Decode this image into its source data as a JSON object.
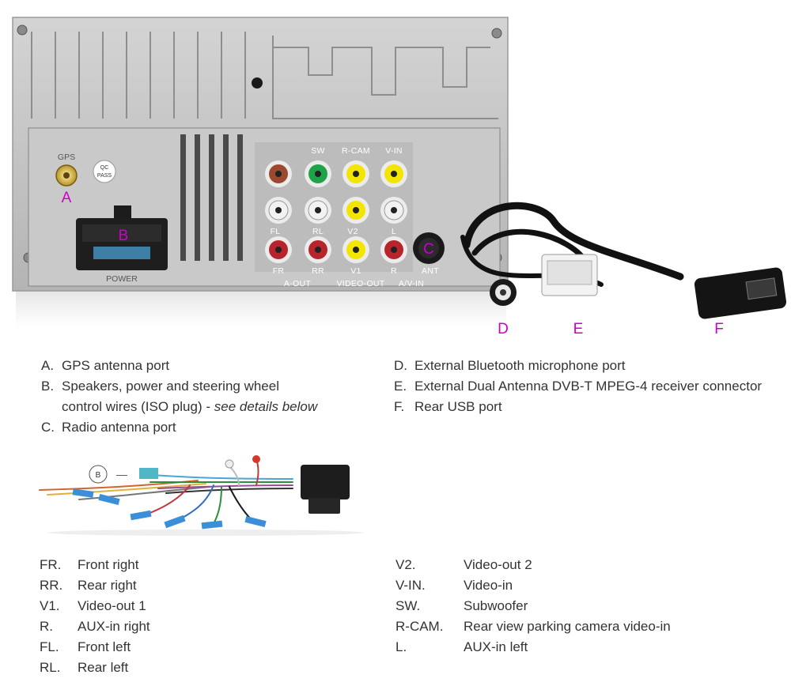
{
  "photo": {
    "markers": [
      "A",
      "B",
      "C",
      "D",
      "E",
      "F"
    ],
    "port_labels": {
      "gps": "GPS",
      "qc": "QC",
      "pass": "PASS",
      "power": "POWER",
      "sw": "SW",
      "rcam": "R-CAM",
      "vin": "V-IN",
      "fl": "FL",
      "rl": "RL",
      "v2": "V2",
      "l": "L",
      "fr": "FR",
      "rr": "RR",
      "v1": "V1",
      "r": "R",
      "ant": "ANT",
      "aout": "A-OUT",
      "videoout": "VIDEO-OUT",
      "avin": "A/V-IN"
    }
  },
  "legend_left": [
    {
      "key": "A.",
      "text": "GPS antenna port"
    },
    {
      "key": "B.",
      "text": "Speakers, power and steering wheel"
    },
    {
      "key": "",
      "text": "control wires (ISO plug) - ",
      "italic": "see details below"
    },
    {
      "key": "C.",
      "text": "Radio antenna port"
    }
  ],
  "legend_right": [
    {
      "key": "D.",
      "text": "External Bluetooth microphone port"
    },
    {
      "key": "E.",
      "text": "External Dual Antenna DVB-T MPEG-4 receiver connector"
    },
    {
      "key": "F.",
      "text": "Rear USB port"
    }
  ],
  "harness": {
    "badge": "B",
    "dash": "—"
  },
  "abbreviations_left": [
    {
      "key": "FR.",
      "text": "Front right"
    },
    {
      "key": "RR.",
      "text": "Rear right"
    },
    {
      "key": "V1.",
      "text": "Video-out 1"
    },
    {
      "key": "R.",
      "text": "AUX-in right"
    },
    {
      "key": "FL.",
      "text": "Front left"
    },
    {
      "key": "RL.",
      "text": "Rear left"
    }
  ],
  "abbreviations_right": [
    {
      "key": "V2.",
      "text": "Video-out 2"
    },
    {
      "key": "V-IN.",
      "text": "Video-in"
    },
    {
      "key": "SW.",
      "text": "Subwoofer"
    },
    {
      "key": "R-CAM.",
      "text": "Rear view parking camera video-in"
    },
    {
      "key": "L.",
      "text": "AUX-in left"
    }
  ],
  "colors": {
    "marker": "#cc00cc",
    "chassis": "#bdbdbd",
    "rca_yellow": "#f2e600",
    "rca_red": "#b8242b",
    "rca_green": "#1fa348",
    "rca_white": "#f2f2f2",
    "rca_brown": "#9a4a2f"
  }
}
